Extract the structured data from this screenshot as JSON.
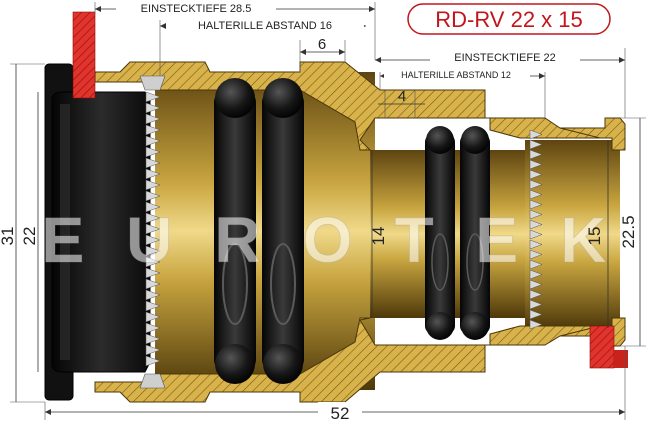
{
  "title": "RD-RV 22 x 15",
  "watermark": "EUROTEK",
  "colors": {
    "title_text": "#c0161c",
    "title_border": "#c0161c",
    "brass": "#c9a640",
    "brass_dark": "#7a5a12",
    "seal": "#141414",
    "sleeve": "#1a1a1a",
    "stop_marker": "#e0342c"
  },
  "dimensions": {
    "einstecktiefe_left": "EINSTECKTIEFE 28.5",
    "halterille_left": "HALTERILLE ABSTAND 16",
    "six": "6",
    "einstecktiefe_right": "EINSTECKTIEFE 22",
    "halterille_right": "HALTERILLE ABSTAND 12",
    "four": "4",
    "d31": "31",
    "d22": "22",
    "d14": "14",
    "d15": "15",
    "d22_5": "22.5",
    "d52": "52"
  }
}
